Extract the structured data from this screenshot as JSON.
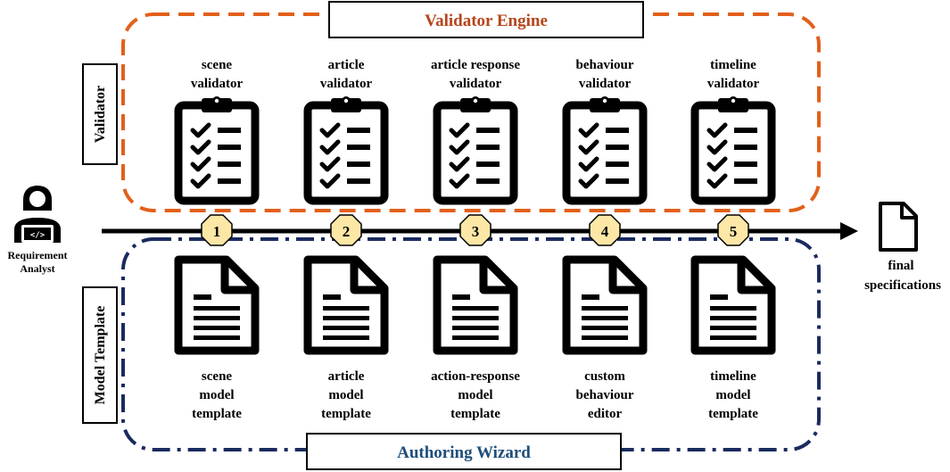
{
  "validator_engine": {
    "title": "Validator Engine",
    "side_label": "Validator",
    "border_color": "#E2601B"
  },
  "authoring_wizard": {
    "title": "Authoring Wizard",
    "side_label": "Model Template",
    "border_color": "#1A2B5F"
  },
  "actor": {
    "label_line1": "Requirement",
    "label_line2": "Analyst",
    "icon": "user-laptop-icon"
  },
  "output": {
    "label_line1": "final",
    "label_line2": "specifications",
    "icon": "document-icon"
  },
  "step_badge_color": "#FCE7A6",
  "steps": [
    {
      "number": "1",
      "validator_lines": [
        "scene",
        "validator"
      ],
      "template_lines": [
        "scene",
        "model",
        "template"
      ]
    },
    {
      "number": "2",
      "validator_lines": [
        "article",
        "validator"
      ],
      "template_lines": [
        "article",
        "model",
        "template"
      ]
    },
    {
      "number": "3",
      "validator_lines": [
        "article response",
        "validator"
      ],
      "template_lines": [
        "action-response",
        "model",
        "template"
      ]
    },
    {
      "number": "4",
      "validator_lines": [
        "behaviour",
        "validator"
      ],
      "template_lines": [
        "custom",
        "behaviour",
        "editor"
      ]
    },
    {
      "number": "5",
      "validator_lines": [
        "timeline",
        "validator"
      ],
      "template_lines": [
        "timeline",
        "model",
        "template"
      ]
    }
  ]
}
